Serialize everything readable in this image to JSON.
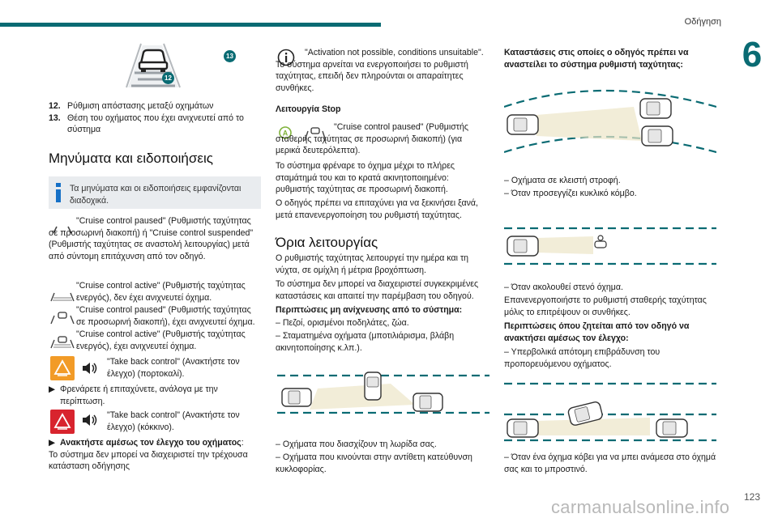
{
  "header": {
    "section": "Οδήγηση",
    "chapter": "6",
    "page": "123"
  },
  "watermark": "carmanualsonline.info",
  "col1": {
    "badges": {
      "a": "12",
      "b": "13"
    },
    "items": [
      {
        "num": "12.",
        "text": "Ρύθμιση απόστασης μεταξύ οχημάτων"
      },
      {
        "num": "13.",
        "text": "Θέση του οχήματος που έχει ανιχνευτεί από το σύστημα"
      }
    ],
    "heading": "Μηνύματα και ειδοποιήσεις",
    "info": "Τα μηνύματα και οι ειδοποιήσεις εμφανίζονται διαδοχικά.",
    "msg1": "\"Cruise control paused\" (Ρυθμιστής ταχύτητας σε προσωρινή διακοπή) ή \"Cruise control suspended\" (Ρυθμιστής ταχύτητας σε αναστολή λειτουργίας) μετά από σύντομη επιτάχυνση από τον οδηγό.",
    "msg2": "\"Cruise control active\" (Ρυθμιστής ταχύτητας ενεργός), δεν έχει ανιχνευτεί όχημα.",
    "msg3": "\"Cruise control paused\" (Ρυθμιστής ταχύτητας σε προσωρινή διακοπή), έχει ανιχνευτεί όχημα.",
    "msg4": "\"Cruise control active\" (Ρυθμιστής ταχύτητας ενεργός), έχει ανιχνευτεί όχημα.",
    "msg5": "\"Take back control\" (Ανακτήστε τον έλεγχο) (πορτοκαλί).",
    "act1": "Φρενάρετε ή επιταχύνετε, ανάλογα με την περίπτωση.",
    "msg6": "\"Take back control\" (Ανακτήστε τον έλεγχο) (κόκκινο).",
    "act2_bold": "Ανακτήστε αμέσως τον έλεγχο του οχήματος",
    "act2_rest": ":",
    "act2_tail": "Το σύστημα δεν μπορεί να διαχειριστεί την τρέχουσα κατάσταση οδήγησης"
  },
  "col2": {
    "note": "\"Activation not possible, conditions unsuitable\". Το σύστημα αρνείται να ενεργοποιήσει το ρυθμιστή ταχύτητας, επειδή δεν πληρούνται οι απαραίτητες συνθήκες.",
    "stop_heading": "Λειτουργία Stop",
    "stop_msg": "\"Cruise control paused\" (Ρυθμιστής σταθερής ταχύτητας σε προσωρινή διακοπή) (για μερικά δευτερόλεπτα).",
    "stop_p1": "Το σύστημα φρέναρε το όχημα μέχρι το πλήρες σταμάτημά του και το κρατά ακινητοποιημένο: ρυθμιστής ταχύτητας σε προσωρινή διακοπή.",
    "stop_p2": "Ο οδηγός πρέπει να επιταχύνει για να ξεκινήσει ξανά, μετά επανενεργοποίηση του ρυθμιστή ταχύτητας.",
    "limits_heading": "Όρια λειτουργίας",
    "limits_p1": "Ο ρυθμιστής ταχύτητας λειτουργεί την ημέρα και τη νύχτα, σε ομίχλη ή μέτρια βροχόπτωση.",
    "limits_p2": "Το σύστημα δεν μπορεί να διαχειριστεί συγκεκριμένες καταστάσεις και απαιτεί την παρέμβαση του οδηγού.",
    "undetect_heading": "Περιπτώσεις μη ανίχνευσης από το σύστημα:",
    "undetect_items": [
      "– Πεζοί, ορισμένοι ποδηλάτες, ζώα.",
      "– Σταματημένα οχήματα (μποτιλιάρισμα, βλάβη ακινητοποίησης κ.λπ.)."
    ],
    "bottom_items": [
      "– Οχήματα που διασχίζουν τη λωρίδα σας.",
      "– Οχήματα που κινούνται στην αντίθετη κατεύθυνση κυκλοφορίας."
    ]
  },
  "col3": {
    "heading": "Καταστάσεις στις οποίες ο οδηγός πρέπει να αναστείλει το σύστημα ρυθμιστή ταχύτητας:",
    "items1": [
      "– Οχήματα σε κλειστή στροφή.",
      "– Όταν προσεγγίζει κυκλικό κόμβο."
    ],
    "item2": "– Όταν ακολουθεί στενό όχημα.",
    "p2": "Επανενεργοποιήστε το ρυθμιστή σταθερής ταχύτητας μόλις το επιτρέψουν οι συνθήκες.",
    "h2": "Περιπτώσεις όπου ζητείται από τον οδηγό να ανακτήσει αμέσως τον έλεγχο:",
    "item3": "– Υπερβολικά απότομη επιβράδυνση του προπορευόμενου οχήματος.",
    "item4": "– Όταν ένα όχημα κόβει για να μπει ανάμεσα στο όχημά σας και το μπροστινό."
  }
}
